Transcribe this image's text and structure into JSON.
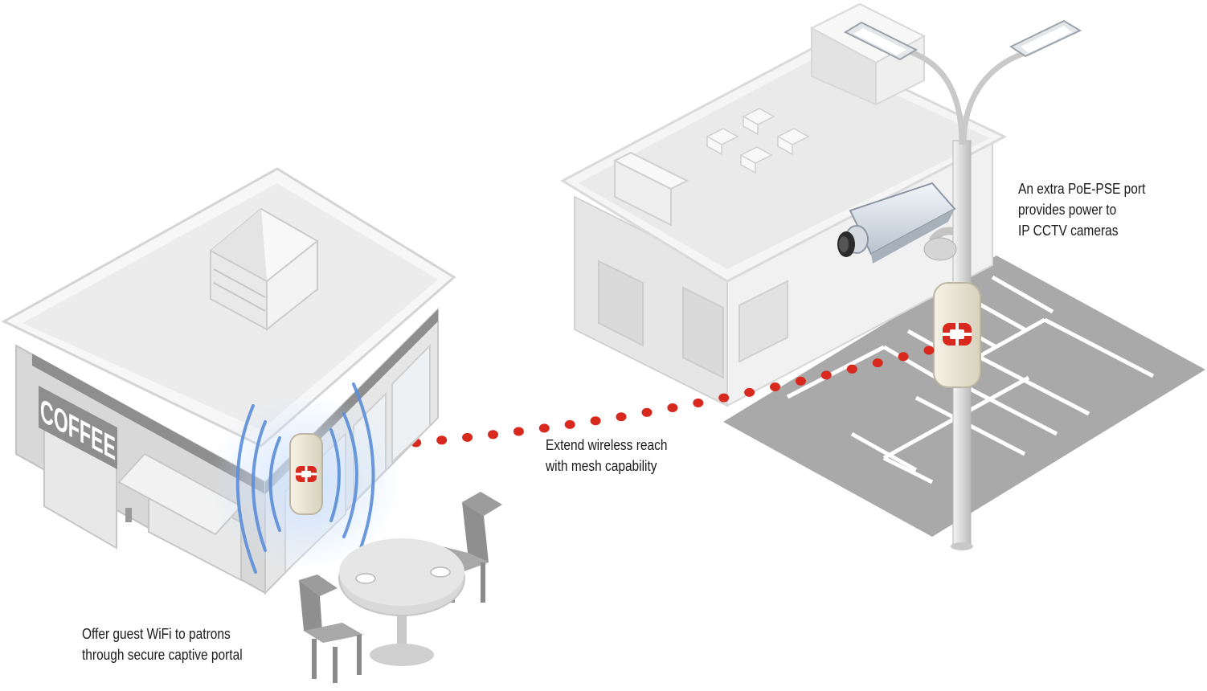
{
  "shop_sign": "COFFEE",
  "captions": {
    "guest_wifi": [
      "Offer guest WiFi to patrons",
      "through secure captive portal"
    ],
    "mesh": [
      "Extend wireless reach",
      "with mesh capability"
    ],
    "poe": [
      "An extra PoE-PSE port",
      "provides power to",
      "IP CCTV cameras"
    ]
  },
  "colors": {
    "mesh_link": "#d8291f",
    "wifi_waves": "#5b8fd8",
    "brand_logo": "#d8291f",
    "building": "#ededed",
    "parking_lot": "#a9a9a9"
  },
  "icons": {
    "access_point": "fortinet-access-point",
    "camera": "cctv-camera",
    "street_light": "double-street-light"
  }
}
